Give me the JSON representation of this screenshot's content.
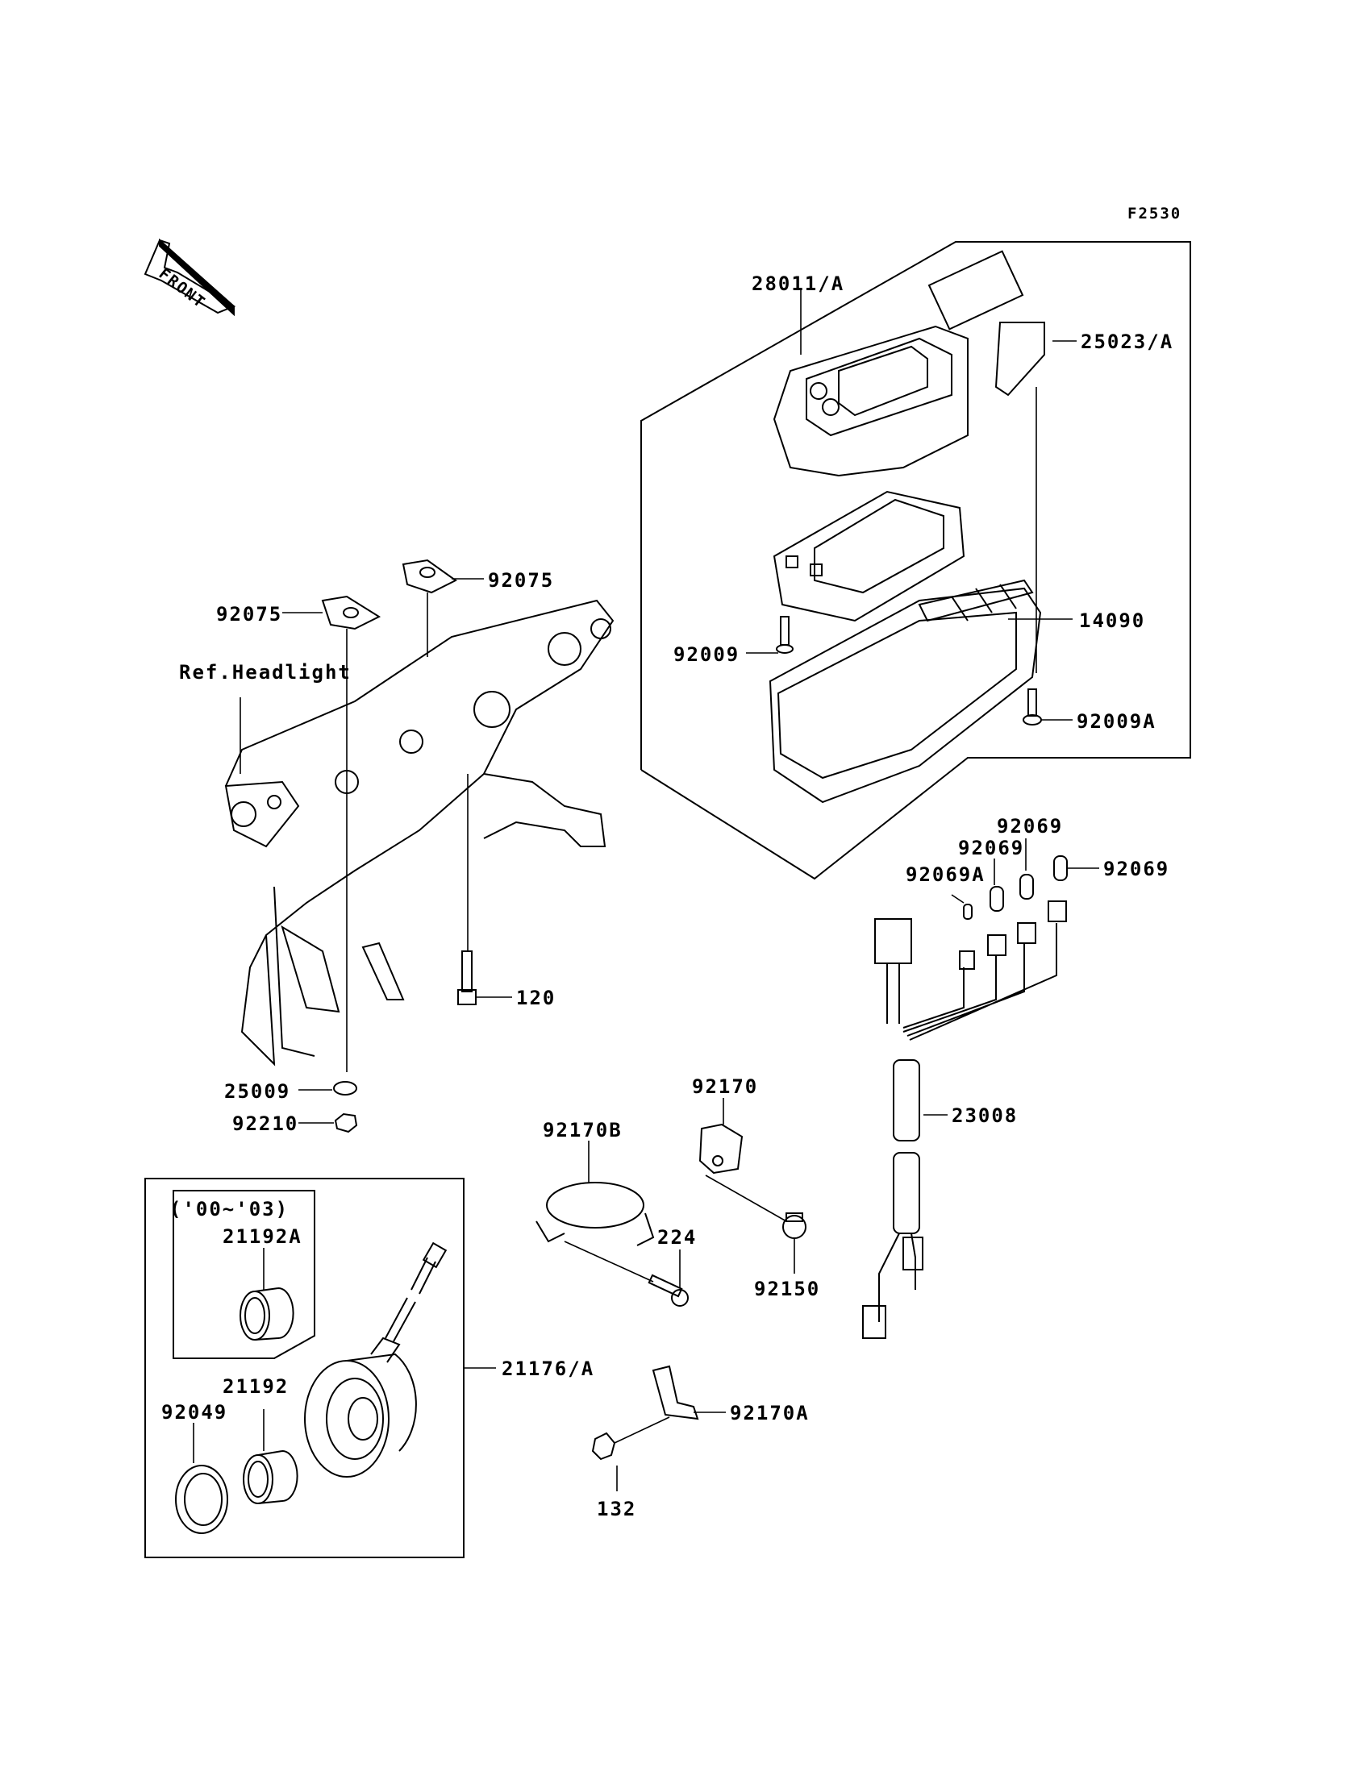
{
  "diagram": {
    "figure_code": "F2530",
    "front_indicator": "FRONT",
    "reference_note": "Ref.Headlight",
    "year_note": "('00~'03)",
    "callouts": [
      {
        "id": "c-28011",
        "part": "28011/A"
      },
      {
        "id": "c-25023",
        "part": "25023/A"
      },
      {
        "id": "c-92075-a",
        "part": "92075"
      },
      {
        "id": "c-92075-b",
        "part": "92075"
      },
      {
        "id": "c-14090",
        "part": "14090"
      },
      {
        "id": "c-92009",
        "part": "92009"
      },
      {
        "id": "c-92009a",
        "part": "92009A"
      },
      {
        "id": "c-92069-1",
        "part": "92069"
      },
      {
        "id": "c-92069-2",
        "part": "92069"
      },
      {
        "id": "c-92069-3",
        "part": "92069"
      },
      {
        "id": "c-92069a",
        "part": "92069A"
      },
      {
        "id": "c-120",
        "part": "120"
      },
      {
        "id": "c-25009",
        "part": "25009"
      },
      {
        "id": "c-92210",
        "part": "92210"
      },
      {
        "id": "c-92170",
        "part": "92170"
      },
      {
        "id": "c-92170b",
        "part": "92170B"
      },
      {
        "id": "c-23008",
        "part": "23008"
      },
      {
        "id": "c-224",
        "part": "224"
      },
      {
        "id": "c-92150",
        "part": "92150"
      },
      {
        "id": "c-21192a",
        "part": "21192A"
      },
      {
        "id": "c-21192",
        "part": "21192"
      },
      {
        "id": "c-92049",
        "part": "92049"
      },
      {
        "id": "c-21176",
        "part": "21176/A"
      },
      {
        "id": "c-92170a",
        "part": "92170A"
      },
      {
        "id": "c-132",
        "part": "132"
      }
    ]
  }
}
